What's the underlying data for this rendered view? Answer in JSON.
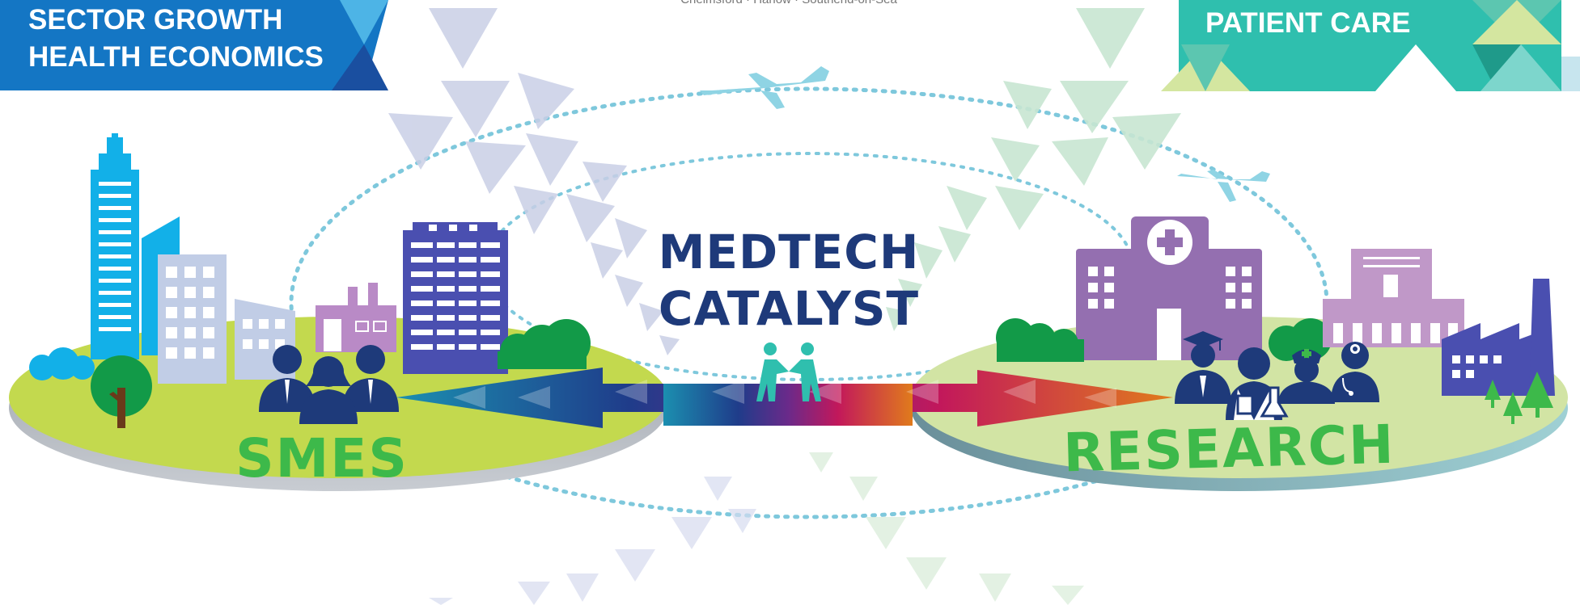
{
  "banners": {
    "left_line1": "SECTOR GROWTH",
    "left_line2": "HEALTH ECONOMICS",
    "right": "PATIENT CARE"
  },
  "top_caption": "Chelmsford · Harlow · Southend-on-Sea",
  "center": {
    "title_line1": "MEDTECH",
    "title_line2": "CATALYST"
  },
  "zones": {
    "left_label": "SMES",
    "right_label": "RESEARCH"
  },
  "colors": {
    "left_banner": "#1476c4",
    "left_banner_accent": "#1a4fa0",
    "right_banner": "#2fbfae",
    "left_island": "#c3d94e",
    "right_island": "#d2e4a4",
    "label_green": "#3db94a",
    "title_navy": "#1e3a7a",
    "dotted_orbit": "#7ec8dc",
    "plane": "#8fd4e4"
  },
  "icons": [
    "skyscraper-icon",
    "office-building-icon",
    "factory-icon",
    "tree-icon",
    "business-people-icon",
    "airplane-icon",
    "handshake-icon",
    "hospital-icon",
    "researcher-icon",
    "doctor-icon",
    "nurse-icon",
    "graduate-icon",
    "arrow-icon"
  ]
}
